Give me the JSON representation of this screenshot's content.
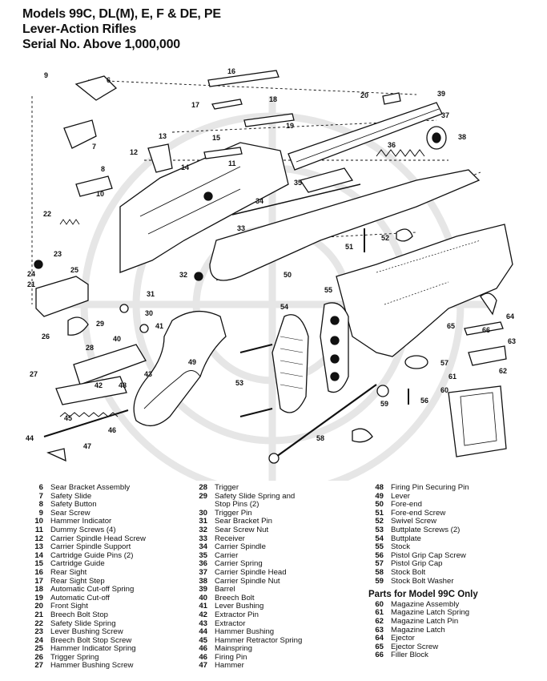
{
  "title": {
    "line1": "Models 99C, DL(M), E, F & DE, PE",
    "line2": "Lever-Action Rifles",
    "line3": "Serial No. Above 1,000,000"
  },
  "callouts": [
    "6",
    "7",
    "8",
    "9",
    "10",
    "11",
    "12",
    "13",
    "14",
    "15",
    "16",
    "17",
    "18",
    "19",
    "20",
    "21",
    "22",
    "23",
    "24",
    "25",
    "26",
    "27",
    "28",
    "29",
    "30",
    "31",
    "32",
    "33",
    "34",
    "35",
    "36",
    "37",
    "38",
    "39",
    "40",
    "41",
    "42",
    "43",
    "44",
    "45",
    "46",
    "47",
    "48",
    "49",
    "50",
    "51",
    "52",
    "53",
    "54",
    "55",
    "56",
    "57",
    "58",
    "59",
    "60",
    "61",
    "62",
    "63",
    "64",
    "65",
    "66"
  ],
  "legend": {
    "col1": [
      {
        "num": "6",
        "label": "Sear Bracket Assembly"
      },
      {
        "num": "7",
        "label": "Safety Slide"
      },
      {
        "num": "8",
        "label": "Safety Button"
      },
      {
        "num": "9",
        "label": "Sear Screw"
      },
      {
        "num": "10",
        "label": "Hammer Indicator"
      },
      {
        "num": "11",
        "label": "Dummy Screws (4)"
      },
      {
        "num": "12",
        "label": "Carrier Spindle Head Screw"
      },
      {
        "num": "13",
        "label": "Carrier Spindle Support"
      },
      {
        "num": "14",
        "label": "Cartridge Guide Pins (2)"
      },
      {
        "num": "15",
        "label": "Cartridge Guide"
      },
      {
        "num": "16",
        "label": "Rear Sight"
      },
      {
        "num": "17",
        "label": "Rear Sight Step"
      },
      {
        "num": "18",
        "label": "Automatic Cut-off Spring"
      },
      {
        "num": "19",
        "label": "Automatic Cut-off"
      },
      {
        "num": "20",
        "label": "Front Sight"
      },
      {
        "num": "21",
        "label": "Breech Bolt Stop"
      },
      {
        "num": "22",
        "label": "Safety Slide Spring"
      },
      {
        "num": "23",
        "label": "Lever Bushing Screw"
      },
      {
        "num": "24",
        "label": "Breech Bolt Stop Screw"
      },
      {
        "num": "25",
        "label": "Hammer Indicator Spring"
      },
      {
        "num": "26",
        "label": "Trigger Spring"
      },
      {
        "num": "27",
        "label": "Hammer Bushing Screw"
      }
    ],
    "col2": [
      {
        "num": "28",
        "label": "Trigger"
      },
      {
        "num": "29",
        "label": "Safety Slide Spring and"
      },
      {
        "num": "",
        "label": "Stop Pins (2)"
      },
      {
        "num": "30",
        "label": "Trigger Pin"
      },
      {
        "num": "31",
        "label": "Sear Bracket Pin"
      },
      {
        "num": "32",
        "label": "Sear Screw Nut"
      },
      {
        "num": "33",
        "label": "Receiver"
      },
      {
        "num": "34",
        "label": "Carrier Spindle"
      },
      {
        "num": "35",
        "label": "Carrier"
      },
      {
        "num": "36",
        "label": "Carrier Spring"
      },
      {
        "num": "37",
        "label": "Carrier Spindle Head"
      },
      {
        "num": "38",
        "label": "Carrier Spindle Nut"
      },
      {
        "num": "39",
        "label": "Barrel"
      },
      {
        "num": "40",
        "label": "Breech Bolt"
      },
      {
        "num": "41",
        "label": "Lever Bushing"
      },
      {
        "num": "42",
        "label": "Extractor Pin"
      },
      {
        "num": "43",
        "label": "Extractor"
      },
      {
        "num": "44",
        "label": "Hammer Bushing"
      },
      {
        "num": "45",
        "label": "Hammer Retractor Spring"
      },
      {
        "num": "46",
        "label": "Mainspring"
      },
      {
        "num": "46",
        "label": "Firing Pin"
      },
      {
        "num": "47",
        "label": "Hammer"
      }
    ],
    "col3": [
      {
        "num": "48",
        "label": "Firing Pin Securing Pin"
      },
      {
        "num": "49",
        "label": "Lever"
      },
      {
        "num": "50",
        "label": "Fore-end"
      },
      {
        "num": "51",
        "label": "Fore-end Screw"
      },
      {
        "num": "52",
        "label": "Swivel Screw"
      },
      {
        "num": "53",
        "label": "Buttplate Screws (2)"
      },
      {
        "num": "54",
        "label": "Buttplate"
      },
      {
        "num": "55",
        "label": "Stock"
      },
      {
        "num": "56",
        "label": "Pistol Grip Cap Screw"
      },
      {
        "num": "57",
        "label": "Pistol Grip Cap"
      },
      {
        "num": "58",
        "label": "Stock Bolt"
      },
      {
        "num": "59",
        "label": "Stock Bolt Washer"
      }
    ],
    "parts_heading": "Parts for Model 99C Only",
    "col3b": [
      {
        "num": "60",
        "label": "Magazine Assembly"
      },
      {
        "num": "61",
        "label": "Magazine Latch Spring"
      },
      {
        "num": "62",
        "label": "Magazine Latch Pin"
      },
      {
        "num": "63",
        "label": "Magazine Latch"
      },
      {
        "num": "64",
        "label": "Ejector"
      },
      {
        "num": "65",
        "label": "Ejector Screw"
      },
      {
        "num": "66",
        "label": "Filler Block"
      }
    ]
  }
}
